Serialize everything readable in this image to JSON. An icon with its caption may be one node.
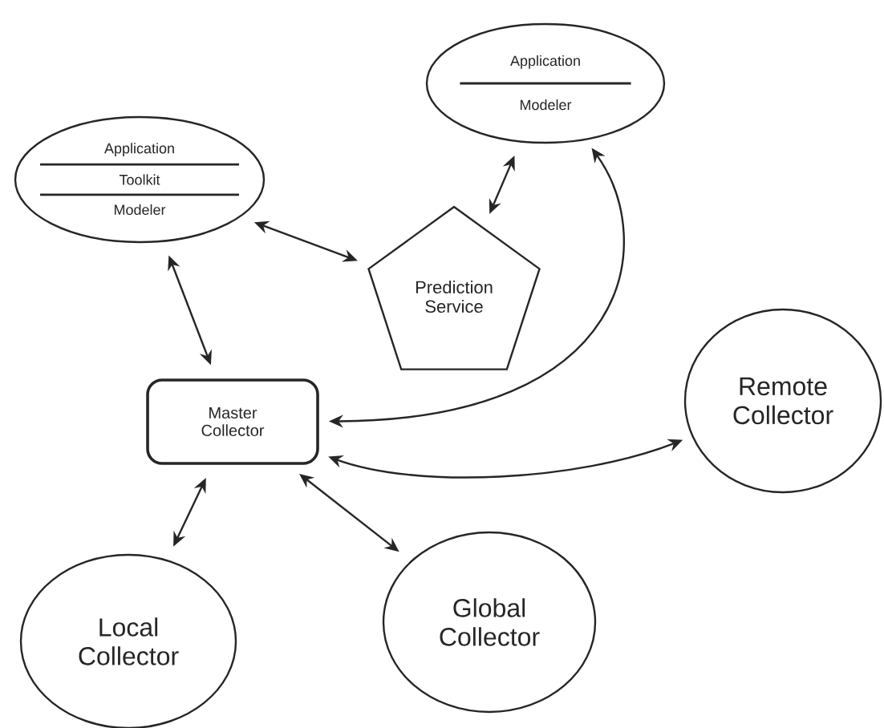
{
  "diagram": {
    "nodes": [
      {
        "text": [
          "Application",
          "Toolkit",
          "Modeler"
        ]
      },
      {
        "text": [
          "Application",
          "Modeler"
        ]
      },
      {
        "text": [
          "Prediction Service"
        ]
      },
      {
        "text": [
          "Master Collector"
        ]
      },
      {
        "text": [
          "Remote Collector"
        ]
      },
      {
        "text": [
          "Local Collector"
        ]
      },
      {
        "text": [
          "Global Collector"
        ]
      }
    ],
    "edges": [
      {
        "from": 0,
        "to": 2,
        "arrow": "both"
      },
      {
        "from": 2,
        "to": 1,
        "arrow": "both"
      },
      {
        "from": 0,
        "to": 3,
        "arrow": "both"
      },
      {
        "from": 3,
        "to": 1,
        "arrow": "both"
      },
      {
        "from": 3,
        "to": 4,
        "arrow": "both"
      },
      {
        "from": 5,
        "to": 3,
        "arrow": "both"
      },
      {
        "from": 3,
        "to": 6,
        "arrow": "both"
      }
    ]
  }
}
